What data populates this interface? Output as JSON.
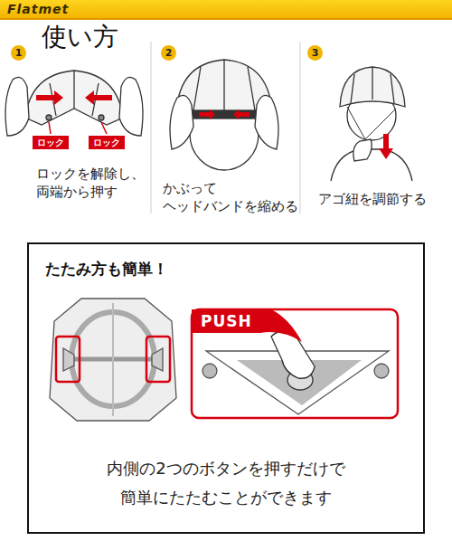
{
  "diagram": {
    "title": "使い方",
    "nodes": [
      {
        "text": [
          "Flatmet"
        ]
      },
      {
        "text": [
          "1"
        ]
      },
      {
        "text": [
          "2"
        ]
      },
      {
        "text": [
          "3"
        ]
      },
      {
        "text": [
          "ロック"
        ]
      },
      {
        "text": [
          "ロック"
        ]
      },
      {
        "text": [
          "たたみ方も簡単！",
          "内側の2つのボタンを押すだけで 簡単にたたむことができます"
        ]
      },
      {
        "text": [
          "PUSH"
        ],
        "in": 6
      }
    ],
    "labels": [
      "ロックを解除し、 両端から押す",
      "かぶって ヘッドバンドを縮める",
      "アゴ紐を調節する"
    ]
  }
}
